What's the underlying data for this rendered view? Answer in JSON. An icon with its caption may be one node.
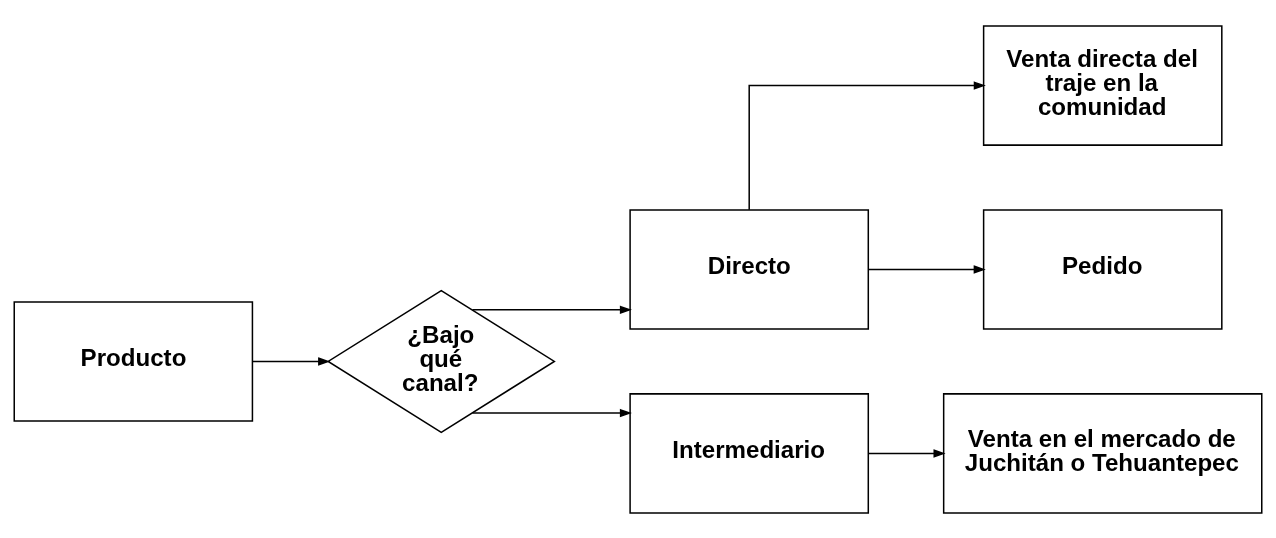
{
  "diagram": {
    "nodes": [
      {
        "text": [
          "Producto"
        ]
      },
      {
        "text": [
          "¿Bajo qué canal?"
        ]
      },
      {
        "text": [
          "Directo"
        ]
      },
      {
        "text": [
          "Venta directa del traje en la comunidad"
        ]
      },
      {
        "text": [
          "Pedido"
        ]
      },
      {
        "text": [
          "Intermediario"
        ]
      },
      {
        "text": [
          "Venta en el mercado de Juchitán o Tehuantepec"
        ]
      }
    ],
    "edges": [
      {
        "from": 0,
        "to": 1,
        "arrow": "to"
      },
      {
        "from": 1,
        "to": 2,
        "arrow": "to"
      },
      {
        "from": 1,
        "to": 5,
        "arrow": "to"
      },
      {
        "from": 2,
        "to": 3,
        "arrow": "to"
      },
      {
        "from": 2,
        "to": 4,
        "arrow": "to"
      },
      {
        "from": 5,
        "to": 6,
        "arrow": "to"
      }
    ]
  }
}
